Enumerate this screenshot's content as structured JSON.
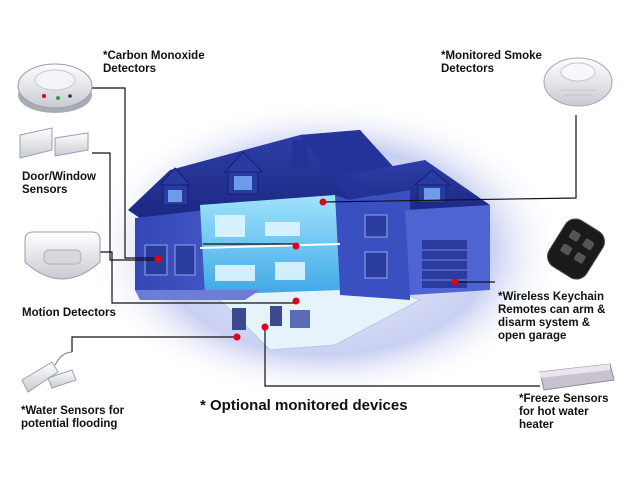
{
  "labels": {
    "carbon_monoxide": "*Carbon Monoxide\n Detectors",
    "smoke": "*Monitored Smoke\n Detectors",
    "door_window": "Door/Window\nSensors",
    "motion": "Motion Detectors",
    "keychain": "*Wireless Keychain\nRemotes can arm &\ndisarm  system &\nopen garage",
    "water": "*Water Sensors for\n potential flooding",
    "freeze": "*Freeze Sensors\nfor hot water\nheater"
  },
  "footer": "* Optional monitored devices",
  "colors": {
    "house": "#1c2a8c",
    "house_light": "#4f66d6",
    "interior": "#6fd2f4",
    "glow": "#c9d0f2",
    "sensor_dot": "#e0001b",
    "leader_line": "#111111"
  }
}
